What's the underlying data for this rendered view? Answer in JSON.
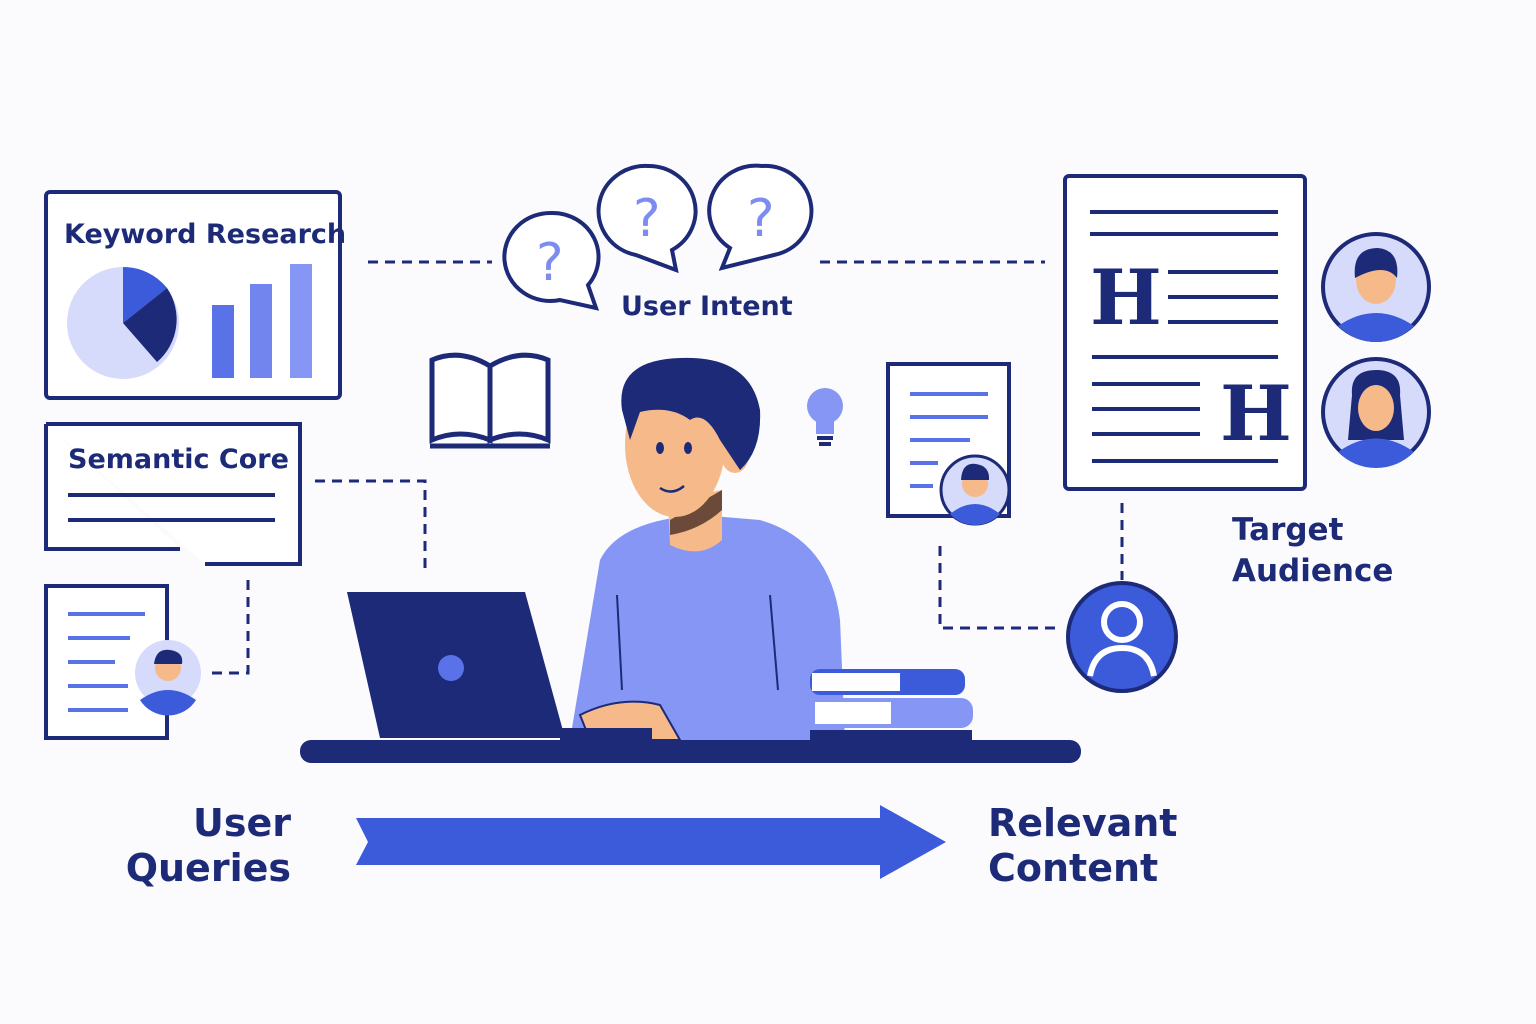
{
  "labels": {
    "keyword_research": "Keyword Research",
    "semantic_core": "Semantic Core",
    "user_intent": "User Intent",
    "target_audience_line1": "Target",
    "target_audience_line2": "Audience",
    "user_queries_line1": "User",
    "user_queries_line2": "Queries",
    "relevant_content_line1": "Relevant",
    "relevant_content_line2": "Content"
  },
  "glyphs": {
    "question_mark": "?",
    "heading_letter": "H"
  },
  "colors": {
    "navy": "#1d2a78",
    "blue": "#3b5bdb",
    "periwinkle": "#8696f5",
    "light": "#d6dbfb",
    "skin": "#f6b98a",
    "background": "#fbfbfe"
  }
}
